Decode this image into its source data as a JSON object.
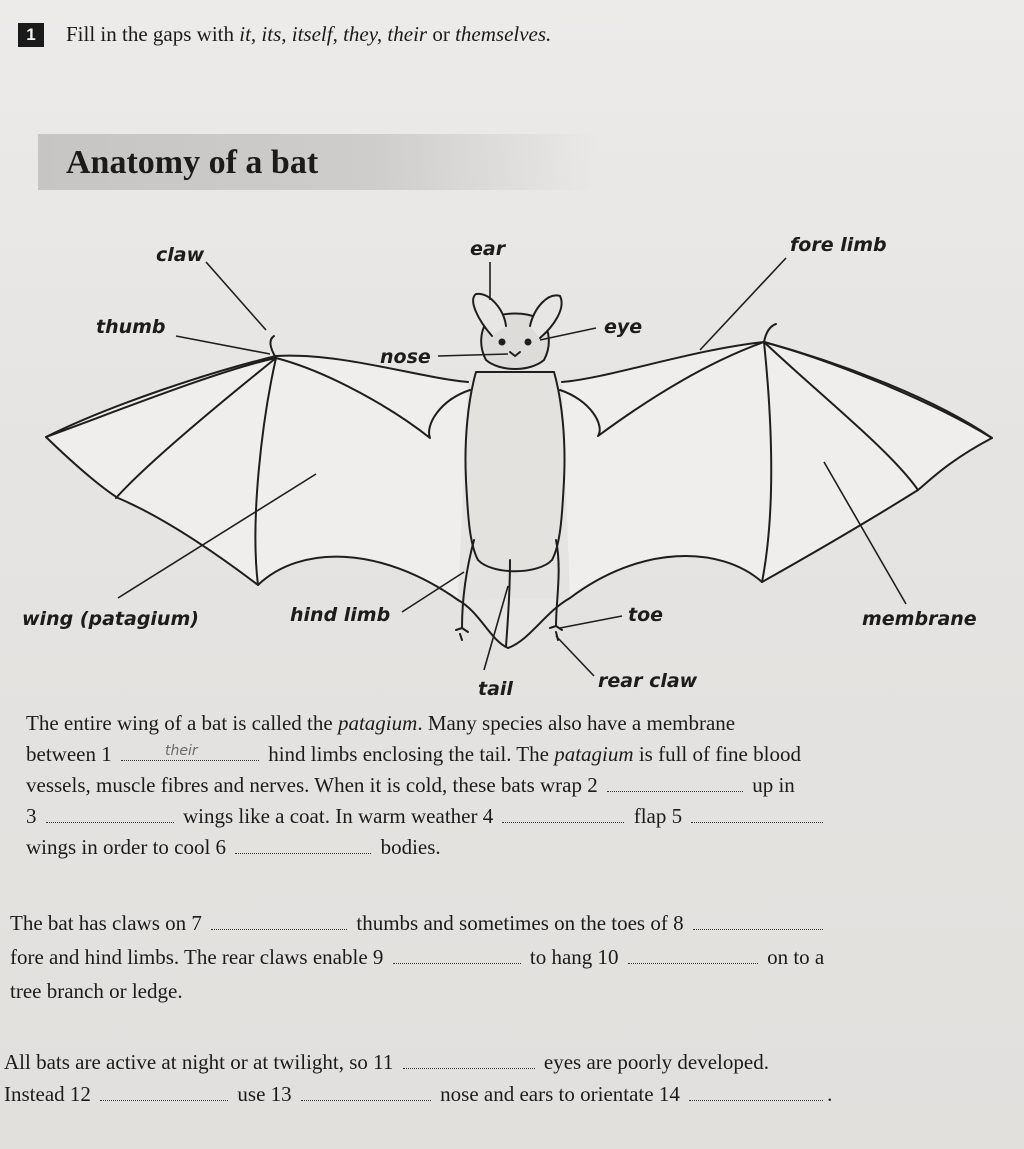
{
  "exercise": {
    "number": "1",
    "instruction_prefix": "Fill in the gaps with ",
    "instruction_words": "it, its, itself, they, their",
    "instruction_or": " or ",
    "instruction_last": "themselves."
  },
  "section_title": "Anatomy of a bat",
  "labels": {
    "claw": "claw",
    "thumb": "thumb",
    "ear": "ear",
    "nose": "nose",
    "eye": "eye",
    "fore_limb": "fore limb",
    "wing": "wing (patagium)",
    "hind_limb": "hind limb",
    "toe": "toe",
    "membrane": "membrane",
    "tail": "tail",
    "rear_claw": "rear claw"
  },
  "paragraph1": {
    "l1a": "The entire wing of a bat is called the ",
    "l1b": "patagium",
    "l1c": ". Many species also have a membrane",
    "l2a": "between 1",
    "answer1": "their",
    "l2b": "hind limbs enclosing the tail. The ",
    "l2c": "patagium",
    "l2d": " is full of fine blood",
    "l3a": "vessels, muscle fibres and nerves. When it is cold, these bats wrap 2",
    "l3b": "up in",
    "l4a": "3",
    "l4b": "wings like a coat. In warm weather 4",
    "l4c": "flap 5",
    "l5a": "wings in order to cool 6",
    "l5b": "bodies."
  },
  "paragraph2": {
    "l1a": "The bat has claws on 7",
    "l1b": "thumbs and sometimes on the toes of 8",
    "l2a": "fore and hind limbs. The rear claws enable 9",
    "l2b": "to hang 10",
    "l2c": "on to a",
    "l3a": "tree branch or ledge."
  },
  "paragraph3": {
    "l1a": "All bats are active at night or at twilight, so 11",
    "l1b": "eyes are poorly developed.",
    "l2a": "Instead 12",
    "l2b": "use 13",
    "l2c": "nose and ears to orientate 14",
    "l2d": "."
  }
}
